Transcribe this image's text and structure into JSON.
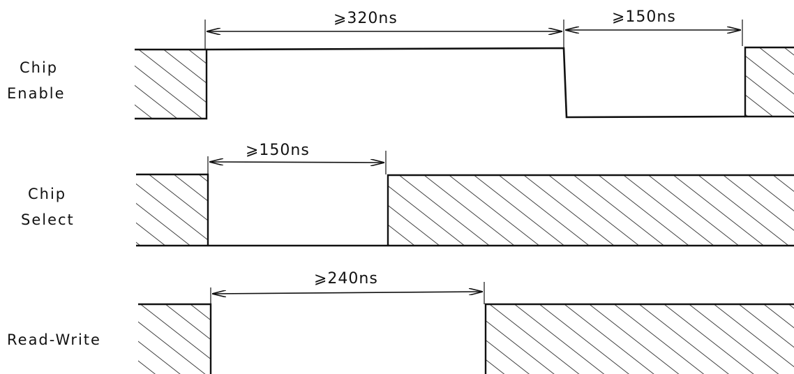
{
  "signals": [
    {
      "key": "chip-enable",
      "label_line1": "Chip",
      "label_line2": "Enable"
    },
    {
      "key": "chip-select",
      "label_line1": "Chip",
      "label_line2": "Select"
    },
    {
      "key": "read-write",
      "label_line1": "Read-Write",
      "label_line2": ""
    }
  ],
  "timings": {
    "ce_active": "⩾320ns",
    "ce_precharge": "⩾150ns",
    "cs_active": "⩾150ns",
    "rw_active": "⩾240ns"
  },
  "colors": {
    "ink": "#111111",
    "paper": "#ffffff"
  }
}
